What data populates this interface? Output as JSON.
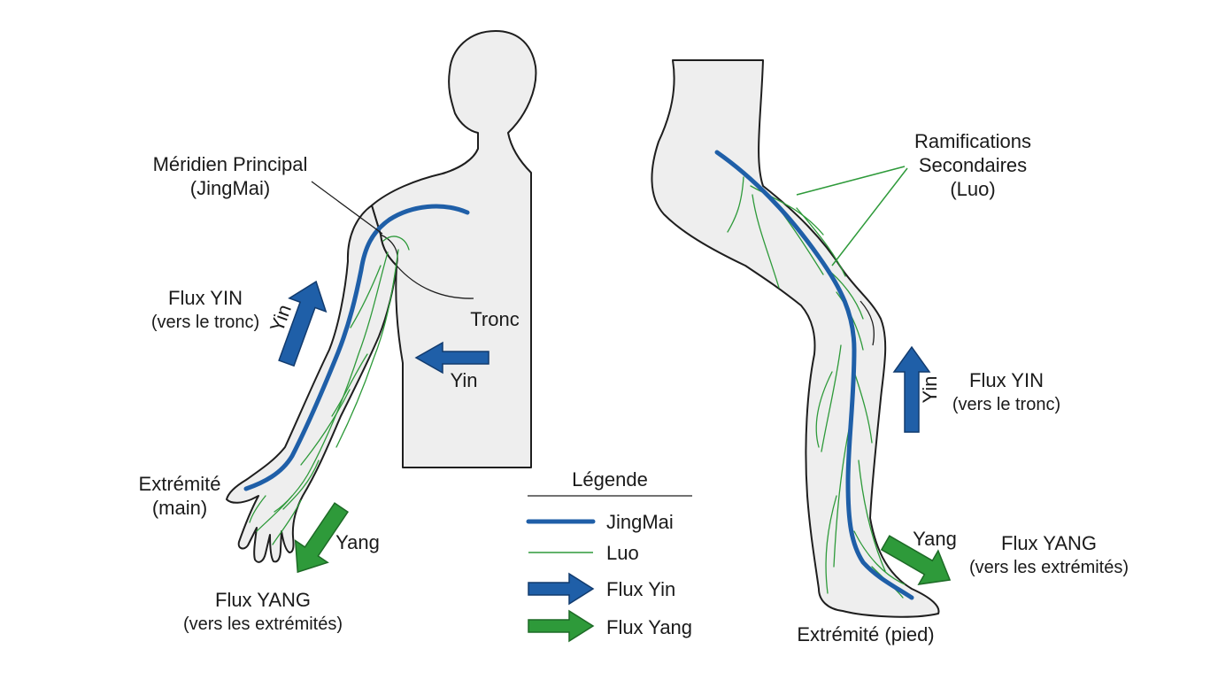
{
  "labels": {
    "meridien_line1": "Méridien Principal",
    "meridien_line2": "(JingMai)",
    "ramif_line1": "Ramifications",
    "ramif_line2": "Secondaires",
    "ramif_line3": "(Luo)",
    "flux_yin_title": "Flux YIN",
    "flux_yin_sub": "(vers le tronc)",
    "flux_yang_title": "Flux YANG",
    "flux_yang_sub": "(vers les extrémités)",
    "tronc": "Tronc",
    "extremite_main_line1": "Extrémité",
    "extremite_main_line2": "(main)",
    "extremite_pied": "Extrémité (pied)"
  },
  "arrows": {
    "yin": "Yin",
    "yang": "Yang"
  },
  "legend": {
    "title": "Légende",
    "items": [
      "JingMai",
      "Luo",
      "Flux Yin",
      "Flux Yang"
    ]
  },
  "colors": {
    "jingmai": "#1f5fa8",
    "luo": "#2e9a3a",
    "flux_yin": "#1f5fa8",
    "flux_yang": "#2e9a3a",
    "body_fill": "#eeeeee",
    "outline": "#1e1e1e"
  }
}
